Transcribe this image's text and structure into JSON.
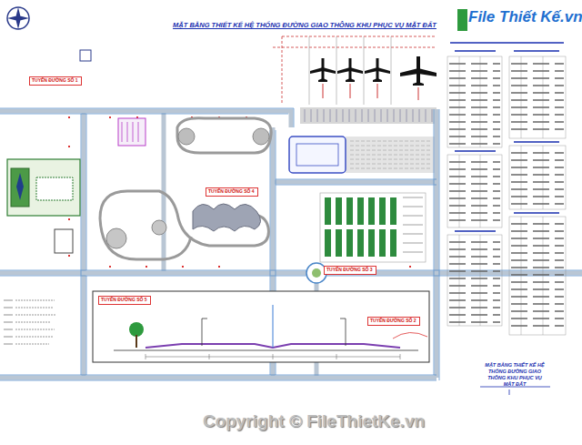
{
  "diagram": {
    "title": "MẶT BẰNG THIẾT KẾ HỆ THỐNG ĐƯỜNG GIAO THÔNG KHU PHỤC VỤ MẶT ĐẤT",
    "nodes": [
      {
        "text": [
          "TUYẾN ĐƯỜNG SỐ 1"
        ]
      },
      {
        "text": [
          "TUYẾN ĐƯỜNG SỐ 4"
        ]
      },
      {
        "text": [
          "TUYẾN ĐƯỜNG SỐ 3"
        ]
      },
      {
        "text": [
          "TUYẾN ĐƯỜNG SỐ 2"
        ]
      },
      {
        "text": [
          "TUYẾN ĐƯỜNG SỐ 5"
        ]
      },
      {
        "text": [
          "MẶT BẰNG THIẾT KẾ HỆ THỐNG ĐƯỜNG GIAO THÔNG KHU PHỤC VỤ MẶT ĐẤT"
        ]
      }
    ],
    "labels": [
      "File Thiết Kế.vn",
      "Copyright © FileThietKe.vn"
    ]
  }
}
